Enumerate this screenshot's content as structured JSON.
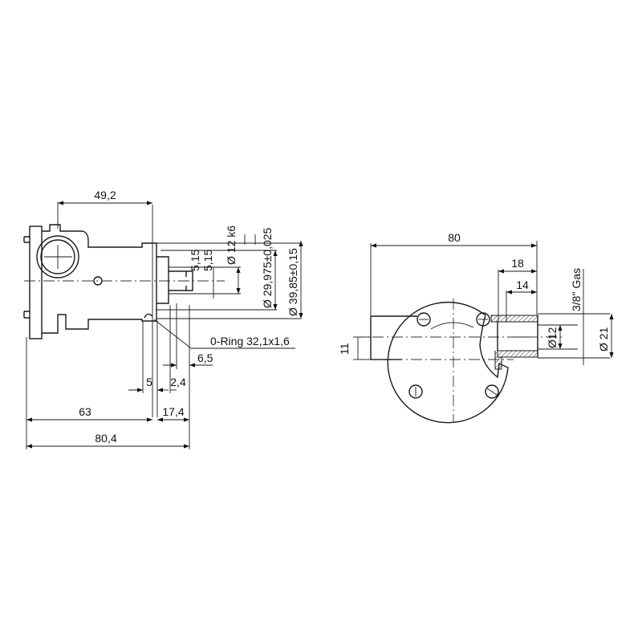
{
  "drawing": {
    "side_view": {
      "dimensions": {
        "d_49_2": "49,2",
        "d_5_15_a": "5,15",
        "d_5_15_b": "5,15",
        "d_12k6": "Ø 12 k6",
        "d_29_975": "Ø 29,975±0,025",
        "d_39_85": "Ø 39,85±0,15",
        "d_oring": "0-Ring 32,1x1,6",
        "d_6_5": "6,5",
        "d_5": "5",
        "d_2_4": "2,4",
        "d_63": "63",
        "d_17_4": "17,4",
        "d_80_4": "80,4"
      }
    },
    "front_view": {
      "dimensions": {
        "d_80": "80",
        "d_18": "18",
        "d_14": "14",
        "d_gas": "3/8\" Gas",
        "d_12": "Ø12",
        "d_21": "Ø 21",
        "d_11": "11"
      }
    }
  }
}
